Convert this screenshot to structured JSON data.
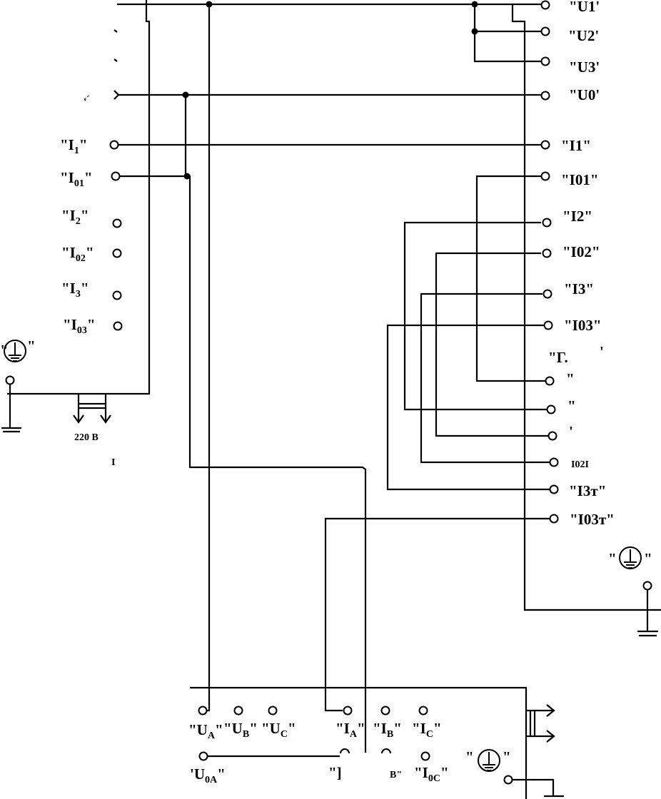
{
  "left_terminals": [
    {
      "name": "I1",
      "q": "\"",
      "base": "I",
      "sub": "1"
    },
    {
      "name": "I01",
      "q": "\"",
      "base": "I",
      "sub": "01"
    },
    {
      "name": "I2",
      "q": "\"",
      "base": "I",
      "sub": "2"
    },
    {
      "name": "I02",
      "q": "\"",
      "base": "I",
      "sub": "02"
    },
    {
      "name": "I3",
      "q": "\"",
      "base": "I",
      "sub": "3"
    },
    {
      "name": "I03",
      "q": "\"",
      "base": "I",
      "sub": "03"
    }
  ],
  "right_terminals": [
    {
      "text": "\"U1'"
    },
    {
      "text": "\"U2'"
    },
    {
      "text": "\"U3'"
    },
    {
      "text": "\"U0'"
    },
    {
      "text": "\"I1\""
    },
    {
      "text": "\"I01\""
    },
    {
      "text": "\"I2\""
    },
    {
      "text": "\"I02\""
    },
    {
      "text": "\"I3\""
    },
    {
      "text": "\"I03\""
    }
  ],
  "right_t_terminals": [
    {
      "text": "\"I3т\""
    },
    {
      "text": "\"I03т\""
    }
  ],
  "bottom_upper_terminals": [
    {
      "q": "\"",
      "base": "U",
      "sub": "A",
      "tail": "\""
    },
    {
      "q": "\"",
      "base": "U",
      "sub": "B",
      "tail": "\""
    },
    {
      "q": "\"",
      "base": "U",
      "sub": "C",
      "tail": "\""
    },
    {
      "q": "\"",
      "base": "I",
      "sub": "A",
      "tail": "\""
    },
    {
      "q": "\"",
      "base": "I",
      "sub": "B",
      "tail": "\""
    },
    {
      "q": "\"",
      "base": "I",
      "sub": "C",
      "tail": "\""
    }
  ],
  "bottom_lower_terminals": [
    {
      "q": "'",
      "base": "U",
      "sub": "0A",
      "tail": "\""
    },
    {
      "q": "\"",
      "base": "I",
      "sub": "0C",
      "tail": "\""
    }
  ],
  "fragments": {
    "left_u0_fragment": "‘ ́",
    "right_header_fragment": "\"Γ.",
    "right_t_fragment_1": "\"",
    "right_t_fragment_2": "\"",
    "right_t_fragment_3": "'",
    "right_t_fragment_4": "I02I",
    "left_power_fragment": "220 B",
    "left_power_fragment2": "I",
    "bottom_partial_1": "\"]",
    "bottom_partial_2": "B\""
  },
  "ground_labels": {
    "left": "\"⏚\"",
    "right": "\"⏚\"",
    "bottom": "\"⏚\""
  }
}
